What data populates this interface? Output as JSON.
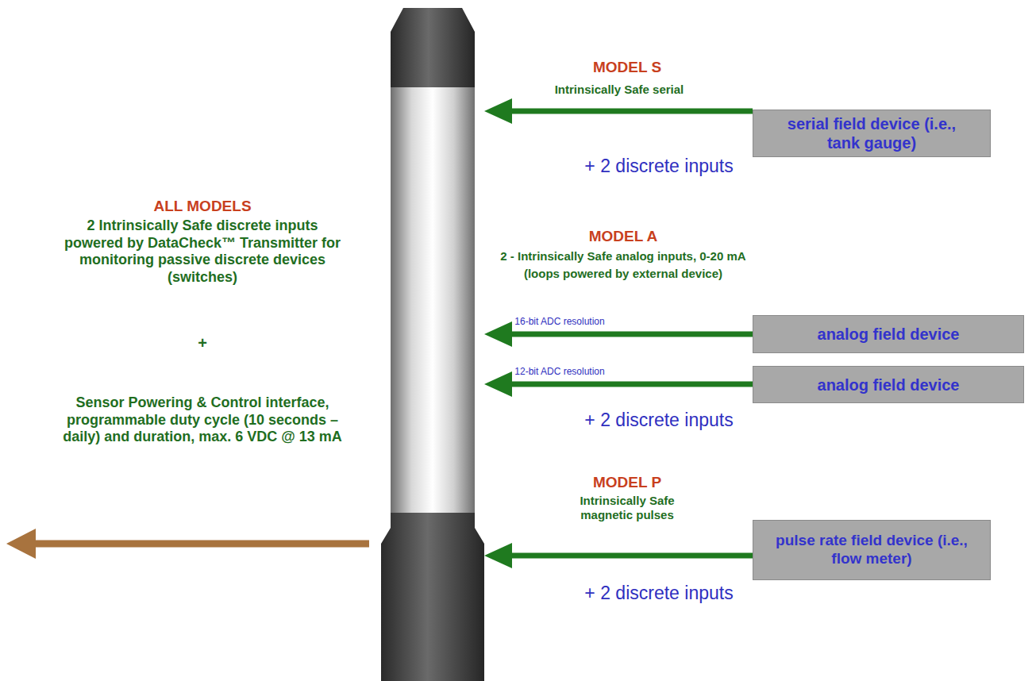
{
  "diagram": {
    "nodes": [
      {
        "text": [
          "serial field device (i.e., tank gauge)"
        ]
      },
      {
        "text": [
          "analog field device"
        ]
      },
      {
        "text": [
          "analog field device"
        ]
      },
      {
        "text": [
          "pulse rate field device (i.e., flow meter)"
        ]
      }
    ],
    "labels": [
      "MODEL S",
      "Intrinsically Safe serial",
      "+ 2 discrete inputs",
      "ALL MODELS",
      "2 Intrinsically Safe discrete inputs powered by DataCheck™ Transmitter for monitoring passive discrete devices (switches)",
      "+",
      "Sensor Powering & Control interface, programmable duty cycle (10 seconds – daily) and duration, max. 6 VDC @ 13 mA",
      "MODEL A",
      "2 - Intrinsically Safe analog inputs, 0-20 mA",
      "(loops powered by external device)",
      "16-bit ADC resolution",
      "12-bit ADC resolution",
      "+ 2 discrete inputs",
      "MODEL P",
      "Intrinsically Safe magnetic pulses",
      "+ 2 discrete inputs"
    ]
  }
}
